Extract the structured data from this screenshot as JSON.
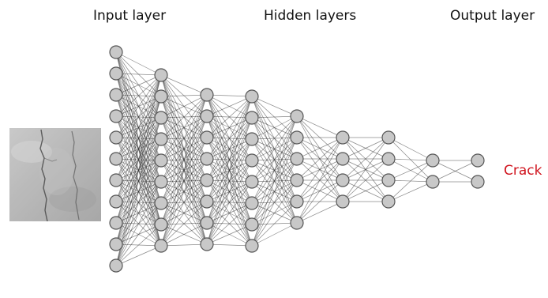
{
  "headers": {
    "input": "Input layer",
    "hidden": "Hidden layers",
    "output": "Output layer"
  },
  "output_label": "Crack",
  "colors": {
    "output_label": "#d0141e",
    "node_fill": "#c8c8c8",
    "node_stroke": "#555555",
    "edge": "#2a2a2a"
  },
  "layers": [
    {
      "name": "input",
      "node_count": 11
    },
    {
      "name": "hidden-1",
      "node_count": 9
    },
    {
      "name": "hidden-2",
      "node_count": 8
    },
    {
      "name": "hidden-3",
      "node_count": 8
    },
    {
      "name": "hidden-4",
      "node_count": 6
    },
    {
      "name": "hidden-5",
      "node_count": 4
    },
    {
      "name": "hidden-6",
      "node_count": 4
    },
    {
      "name": "output-1",
      "node_count": 2
    },
    {
      "name": "output-2",
      "node_count": 2
    }
  ],
  "input_image": {
    "description_icon": "concrete-crack-image"
  }
}
